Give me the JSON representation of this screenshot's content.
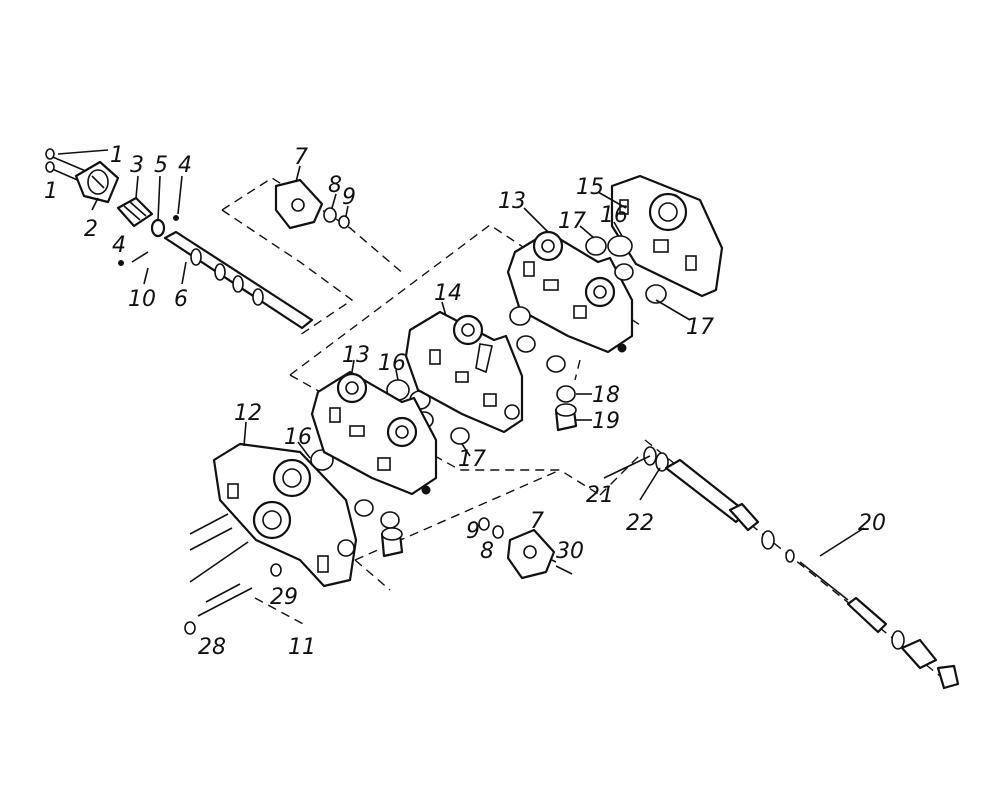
{
  "diagram": {
    "labels": {
      "l1a": "1",
      "l1b": "1",
      "l2": "2",
      "l3": "3",
      "l5": "5",
      "l4a": "4",
      "l4b": "4",
      "l10": "10",
      "l6": "6",
      "l7a": "7",
      "l8a": "8",
      "l9a": "9",
      "l13a": "13",
      "l15": "15",
      "l17a": "17",
      "l16a": "16",
      "l17b": "17",
      "l14": "14",
      "l13b": "13",
      "l16b": "16",
      "l17c": "17",
      "l18": "18",
      "l19": "19",
      "l12": "12",
      "l16c": "16",
      "l21": "21",
      "l22": "22",
      "l20": "20",
      "l9b": "9",
      "l8b": "8",
      "l7b": "7",
      "l30": "30",
      "l29": "29",
      "l28": "28",
      "l11": "11"
    }
  }
}
